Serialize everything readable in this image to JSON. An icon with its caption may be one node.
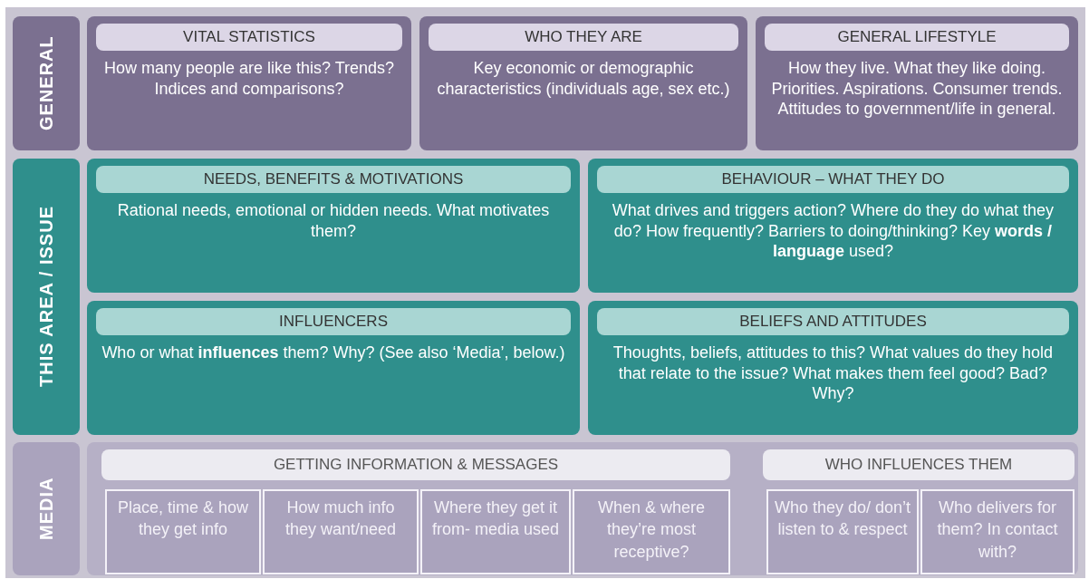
{
  "diagram": {
    "nodes": [
      {
        "text": [
          "GENERAL"
        ]
      },
      {
        "text": [
          "VITAL STATISTICS",
          "How many people are like this? Trends? Indices and comparisons?"
        ]
      },
      {
        "text": [
          "WHO THEY ARE",
          "Key economic or demographic characteristics (individuals age, sex etc.)"
        ]
      },
      {
        "text": [
          "GENERAL LIFESTYLE",
          "How they live. What they like doing. Priorities. Aspirations. Consumer trends. Attitudes to government/life in general."
        ]
      },
      {
        "text": [
          "THIS AREA / ISSUE"
        ]
      },
      {
        "text": [
          "NEEDS, BENEFITS & MOTIVATIONS",
          "Rational needs, emotional or hidden needs. What motivates them?"
        ]
      },
      {
        "text": [
          "BEHAVIOUR – WHAT THEY DO",
          "What drives and triggers action? Where do they do what they do? How frequently? Barriers to doing/thinking? Key **words / language** used?"
        ]
      },
      {
        "text": [
          "INFLUENCERS",
          "Who or what **influences** them? Why? (See also ‘Media’, below.)"
        ]
      },
      {
        "text": [
          "BELIEFS AND ATTITUDES",
          "Thoughts, beliefs, attitudes to this? What values do they hold that relate to the issue? What makes them feel good? Bad? Why?"
        ]
      },
      {
        "text": [
          "MEDIA"
        ]
      },
      {
        "text": [
          "GETTING INFORMATION & MESSAGES"
        ]
      },
      {
        "text": [
          "Place, time & how they get info"
        ]
      },
      {
        "text": [
          "How much info they want/need"
        ]
      },
      {
        "text": [
          "Where they get it from- media used"
        ]
      },
      {
        "text": [
          "When & where they’re most receptive?"
        ]
      },
      {
        "text": [
          "WHO INFLUENCES THEM"
        ]
      },
      {
        "text": [
          "Who they do/ don’t listen to & respect"
        ]
      },
      {
        "text": [
          "Who delivers for them? In contact with?"
        ]
      }
    ],
    "edges": []
  }
}
